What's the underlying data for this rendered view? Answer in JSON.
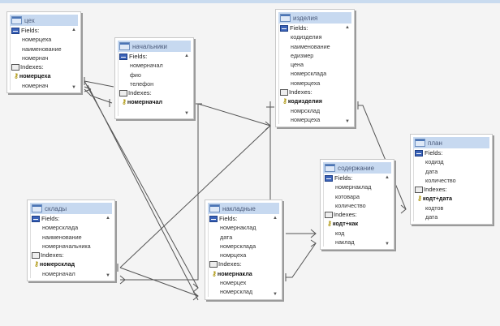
{
  "diagram": {
    "labels": {
      "fields": "Fields:",
      "indexes": "Indexes:"
    },
    "scroll_up": "▲",
    "scroll_down": "▼",
    "tables": {
      "ceh": {
        "name": "цех",
        "fields": [
          "номерцеха",
          "наименование",
          "номернач"
        ],
        "primary_index": "номерцеха",
        "indexes": [
          "номернач"
        ]
      },
      "nachalniki": {
        "name": "начальники",
        "fields": [
          "номерначал",
          "фио",
          "телефон"
        ],
        "primary_index": "номерначал",
        "indexes": []
      },
      "izdeliya": {
        "name": "изделия",
        "fields": [
          "кодизделия",
          "наименование",
          "едизмер",
          "цена",
          "номерсклада",
          "номерцеха"
        ],
        "primary_index": "кодизделия",
        "indexes": [
          "номрсклад",
          "номерцеха"
        ]
      },
      "plan": {
        "name": "план",
        "fields": [
          "кодизд",
          "дата",
          "количество"
        ],
        "primary_index": "кодт+дата",
        "indexes": [
          "кодтов",
          "дата"
        ]
      },
      "soderzhanie": {
        "name": "содержание",
        "fields": [
          "номернаклад",
          "котовара",
          "количество"
        ],
        "primary_index": "кодт+как",
        "indexes": [
          "код",
          "наклад"
        ]
      },
      "sklady": {
        "name": "склады",
        "fields": [
          "номерсклада",
          "наименование",
          "номерначальника"
        ],
        "primary_index": "номерсклад",
        "indexes": [
          "номерначал"
        ]
      },
      "nakladnye": {
        "name": "накладные",
        "fields": [
          "номернаклад",
          "дата",
          "номерсклада",
          "номрцеха"
        ],
        "primary_index": "номернакла",
        "indexes": [
          "номерцех",
          "номерсклад"
        ]
      }
    },
    "colors": {
      "background": "#f4f4f4",
      "title_bar": "#c7d9f0",
      "line": "#555555",
      "key": "#b19a16"
    }
  }
}
